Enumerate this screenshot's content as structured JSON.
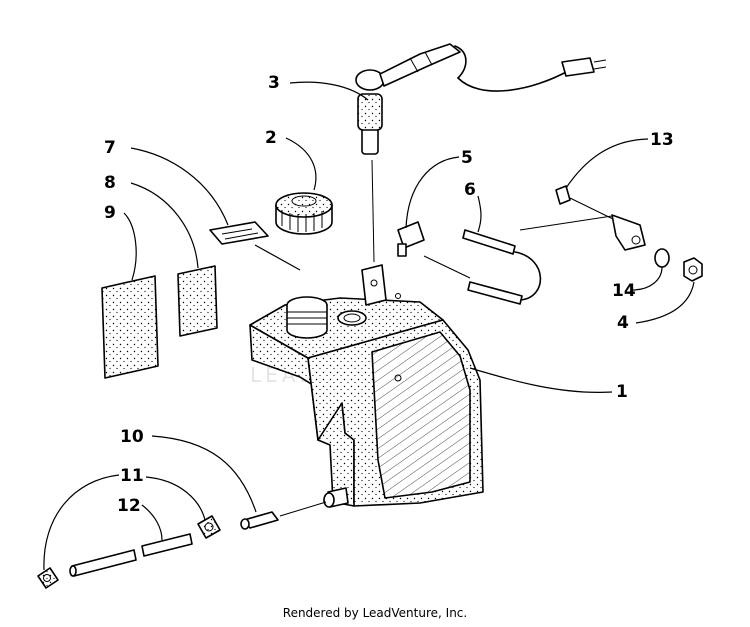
{
  "callouts": {
    "c1": "1",
    "c2": "2",
    "c3": "3",
    "c4": "4",
    "c5": "5",
    "c6": "6",
    "c7": "7",
    "c8": "8",
    "c9": "9",
    "c10": "10",
    "c11": "11",
    "c12": "12",
    "c13": "13",
    "c14": "14"
  },
  "watermark": "LEADVENTURE",
  "footer": "Rendered by LeadVenture, Inc."
}
